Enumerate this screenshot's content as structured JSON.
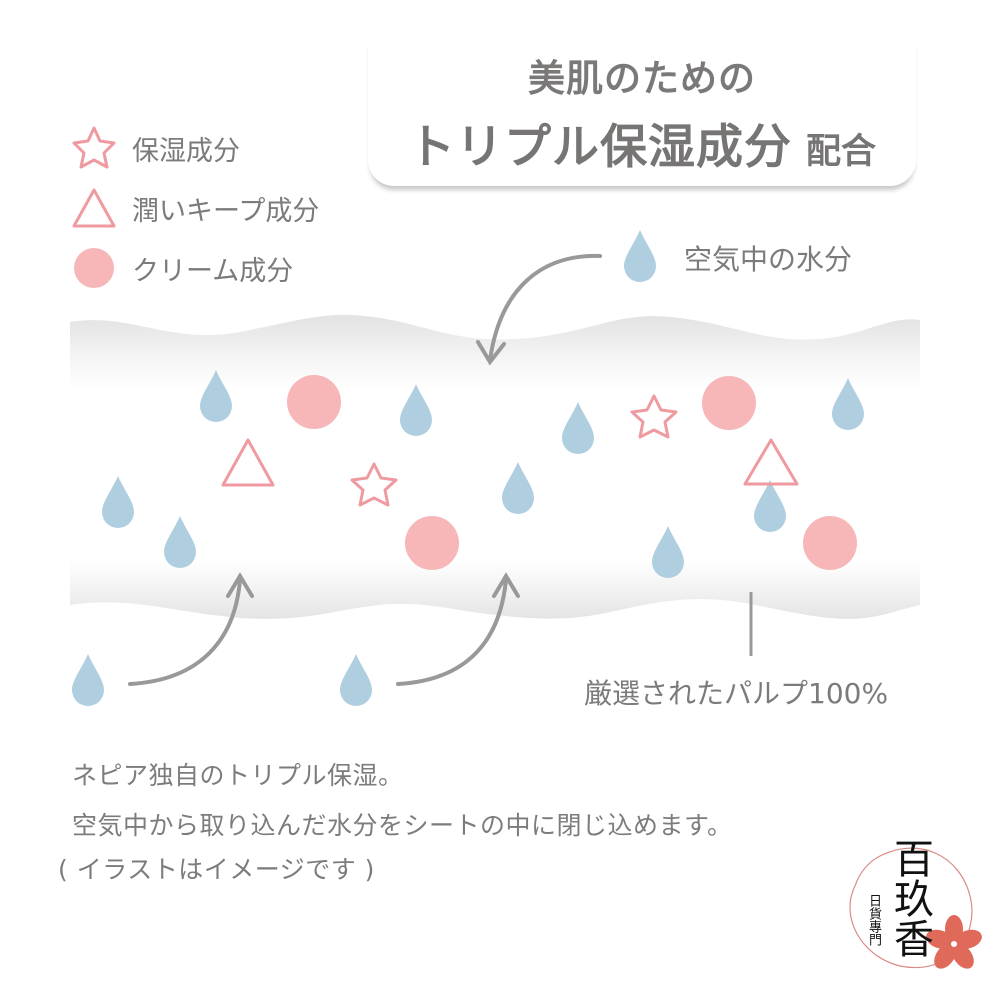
{
  "title": {
    "line1": "美肌のための",
    "main": "トリプル保湿成分",
    "suffix": "配合"
  },
  "legend": [
    {
      "icon": "star-outline-icon",
      "label": "保湿成分",
      "color": "#ef9aa0"
    },
    {
      "icon": "triangle-outline-icon",
      "label": "潤いキープ成分",
      "color": "#ef9aa0"
    },
    {
      "icon": "circle-filled-icon",
      "label": "クリーム成分",
      "color": "#f7b7b9"
    }
  ],
  "labels": {
    "air_moisture": "空気中の水分",
    "pulp": "厳選されたパルプ100%"
  },
  "description": {
    "line1": "ネピア独自のトリプル保湿。",
    "line2": "空気中から取り込んだ水分をシートの中に閉じ込めます。",
    "note": "( イラストはイメージです )"
  },
  "watermark": {
    "main": "百玖香",
    "sub": "日貨專門",
    "accent_color": "#e06a5a"
  },
  "colors": {
    "drop": "#afcfe0",
    "cream": "#f7b7b9",
    "outline": "#ef9aa0",
    "arrow": "#9a9898",
    "text": "#7a7777"
  }
}
